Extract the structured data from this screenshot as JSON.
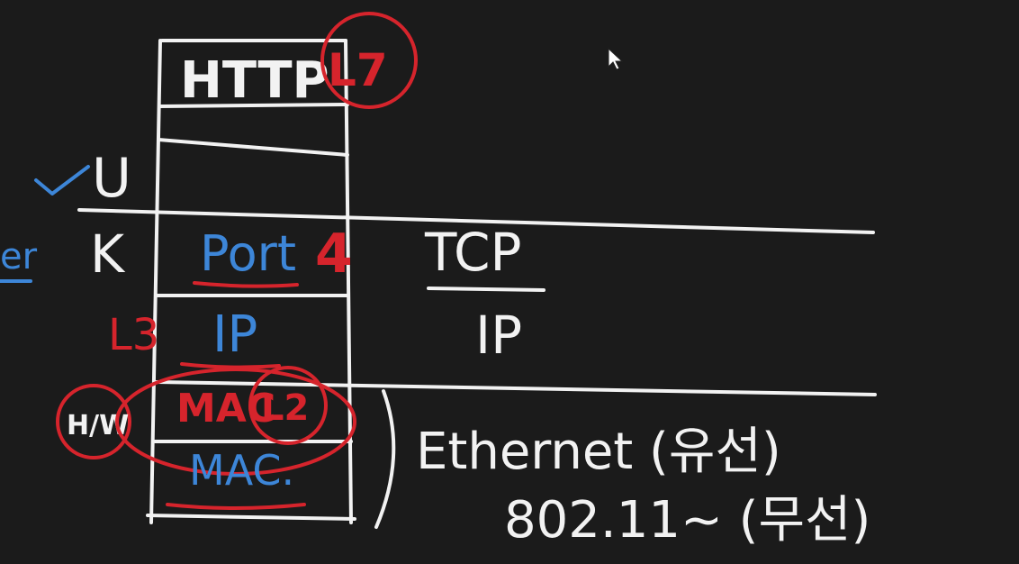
{
  "colors": {
    "background": "#1b1b1b",
    "chalk_white": "#f2f2f2",
    "marker_blue": "#3d86d8",
    "marker_red": "#d6242c"
  },
  "stack": {
    "app_layer": "HTTP",
    "app_mark": "L7",
    "user_label": "U",
    "kernel_label": "K",
    "transport_field": "Port",
    "transport_mark": "4",
    "network_field": "IP",
    "network_mark": "L3",
    "link_field_top": "MAC",
    "link_field_bottom": "MAC.",
    "link_mark": "L2",
    "hw_label": "H/W",
    "left_edge_fragment": "er"
  },
  "protocols": {
    "transport": "TCP",
    "network": "IP",
    "wired": "Ethernet (유선)",
    "wireless": "802.11~ (무선)"
  },
  "icons": {
    "cursor": "pointer-cursor-icon",
    "check": "checkmark-icon"
  }
}
